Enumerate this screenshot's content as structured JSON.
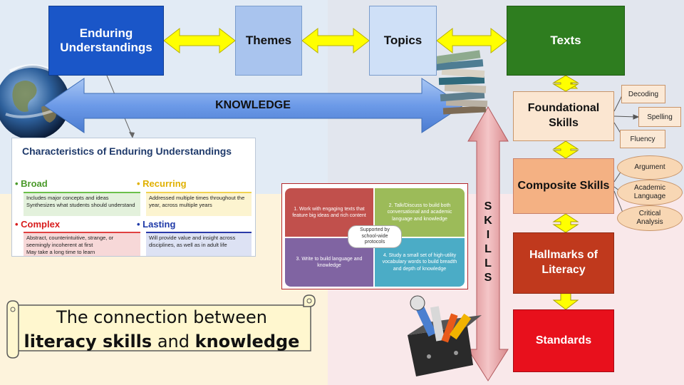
{
  "top_row": {
    "enduring": "Enduring Understandings",
    "themes": "Themes",
    "topics": "Topics",
    "texts": "Texts"
  },
  "knowledge_label": "KNOWLEDGE",
  "skills_letters": [
    "S",
    "K",
    "I",
    "L",
    "L",
    "S"
  ],
  "right_column": {
    "foundational": "Foundational Skills",
    "composite": "Composite Skills",
    "hallmarks": "Hallmarks of Literacy",
    "standards": "Standards"
  },
  "foundational_items": [
    "Decoding",
    "Spelling",
    "Fluency"
  ],
  "composite_items": [
    "Argument",
    "Academic Language",
    "Critical Analysis"
  ],
  "eu_card": {
    "title": "Characteristics of Enduring Understandings",
    "broad": {
      "head": "Broad",
      "text": "Includes major concepts and ideas\nSynthesizes what students should understand"
    },
    "recurring": {
      "head": "Recurring",
      "text": "Addressed multiple times throughout the year, across multiple years"
    },
    "complex": {
      "head": "Complex",
      "text": "Abstract, counterintuitive, strange, or seemingly incoherent at first\nMay take a long time to learn"
    },
    "lasting": {
      "head": "Lasting",
      "text": "Will provide value and insight across disciplines, as well as in adult life"
    }
  },
  "protocols": {
    "q1": "1. Work with engaging texts that feature big ideas and rich content",
    "q2": "2. Talk/Discuss to build both conversational and academic language and knowledge",
    "q3": "3. Write to build language and knowledge",
    "q4": "4. Study a small set of high-utility vocabulary words to build breadth and depth of knowledge",
    "center": "Supported by school-wide protocols"
  },
  "scroll": {
    "line1": "The connection between",
    "line2_bold_a": "literacy skills",
    "line2_mid": " and ",
    "line2_bold_b": "knowledge"
  },
  "colors": {
    "enduring": "#1a56c8",
    "themes_topics": "#a9c4ee",
    "texts": "#2e7d1f",
    "foundational": "#fbe6d1",
    "composite": "#f4b183",
    "hallmarks": "#c0391d",
    "standards": "#e8101c",
    "yellow_arrow": "#ffff00",
    "knowledge_arrow": "#6c9ae8",
    "skills_arrow": "#e3a2a4"
  }
}
